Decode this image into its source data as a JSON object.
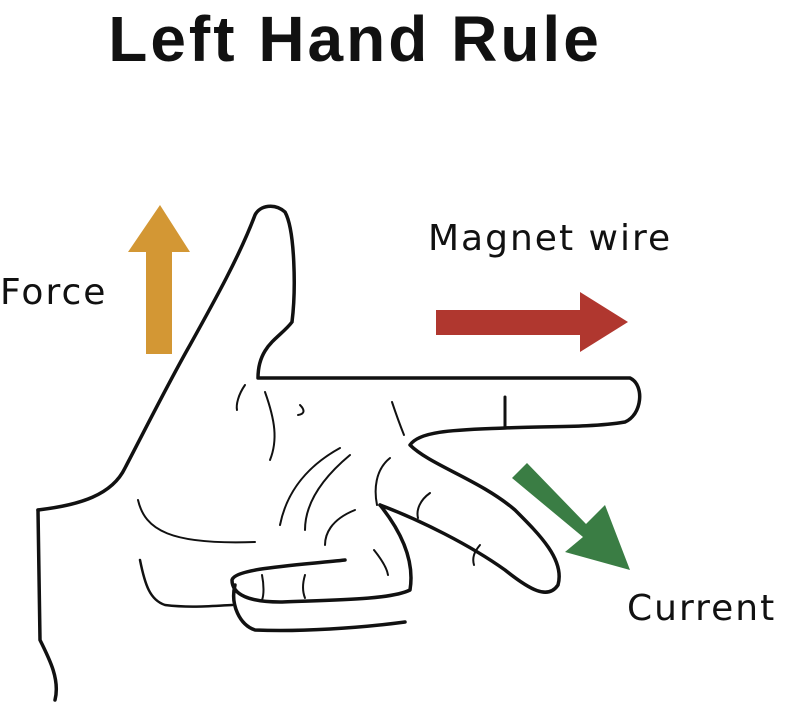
{
  "title": "Left Hand Rule",
  "labels": {
    "force": "Force",
    "magnet": "Magnet wire",
    "current": "Current"
  },
  "colors": {
    "force": "#D39734",
    "magnet": "#B0372F",
    "current": "#3A7D44",
    "outline": "#111111"
  }
}
